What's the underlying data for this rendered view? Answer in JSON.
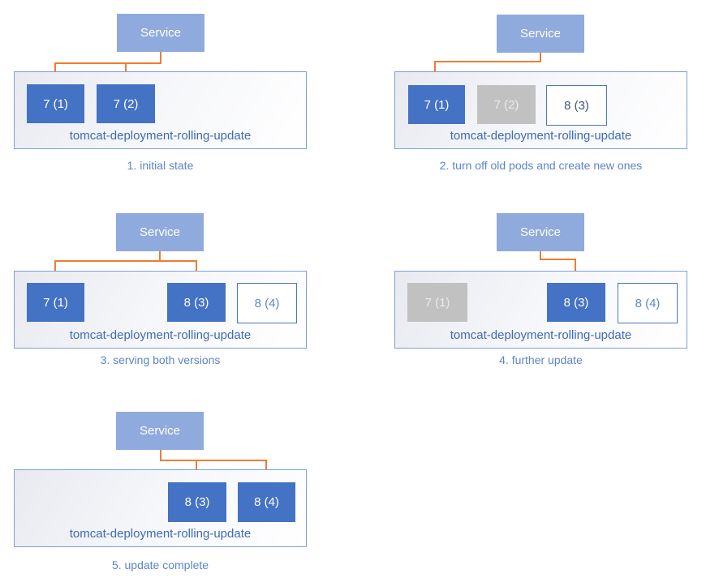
{
  "service_label": "Service",
  "deployment_label": "tomcat-deployment-rolling-update",
  "colors": {
    "service_fill": "#8faadc",
    "pod_active_fill": "#4472c4",
    "pod_terminated_fill": "#c1c1c1",
    "pod_starting_border": "#4b76c4",
    "deployment_border": "#7e9ed6",
    "label_text": "#3f6ab5",
    "caption_text": "#5b85c9",
    "arrow": "#ed7d31"
  },
  "panels": [
    {
      "caption": "1. initial state",
      "pods": [
        {
          "label": "7 (1)",
          "state": "active"
        },
        {
          "label": "7 (2)",
          "state": "active"
        }
      ],
      "service_routes_to": [
        "7 (1)",
        "7 (2)"
      ]
    },
    {
      "caption": "2. turn off old pods and create new ones",
      "pods": [
        {
          "label": "7 (1)",
          "state": "active"
        },
        {
          "label": "7 (2)",
          "state": "terminated"
        },
        {
          "label": "8 (3)",
          "state": "starting"
        }
      ],
      "service_routes_to": [
        "7 (1)"
      ]
    },
    {
      "caption": "3. serving both versions",
      "pods": [
        {
          "label": "7 (1)",
          "state": "active"
        },
        {
          "label": "8 (3)",
          "state": "active"
        },
        {
          "label": "8 (4)",
          "state": "starting"
        }
      ],
      "service_routes_to": [
        "7 (1)",
        "8 (3)"
      ]
    },
    {
      "caption": "4. further update",
      "pods": [
        {
          "label": "7 (1)",
          "state": "terminated"
        },
        {
          "label": "8 (3)",
          "state": "active"
        },
        {
          "label": "8 (4)",
          "state": "starting"
        }
      ],
      "service_routes_to": [
        "8 (3)"
      ]
    },
    {
      "caption": "5. update complete",
      "pods": [
        {
          "label": "8 (3)",
          "state": "active"
        },
        {
          "label": "8 (4)",
          "state": "active"
        }
      ],
      "service_routes_to": [
        "8 (3)",
        "8 (4)"
      ]
    }
  ]
}
